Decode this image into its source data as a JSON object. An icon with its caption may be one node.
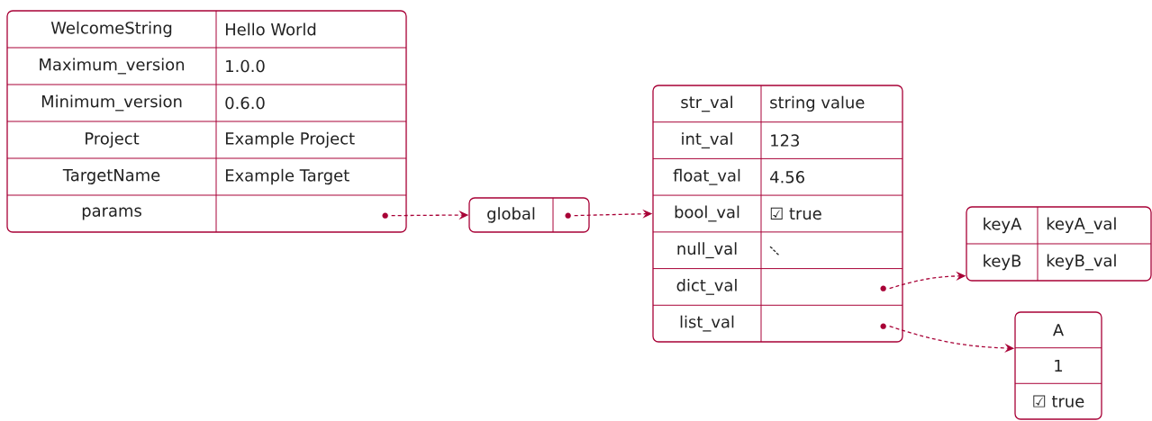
{
  "diagram": {
    "nodes": [
      {
        "text": [
          "WelcomeString",
          "Hello World",
          "Maximum_version",
          "1.0.0",
          "Minimum_version",
          "0.6.0",
          "Project",
          "Example Project",
          "TargetName",
          "Example Target",
          "params"
        ]
      },
      {
        "text": [
          "global"
        ]
      },
      {
        "text": [
          "str_val",
          "string value",
          "int_val",
          "123",
          "float_val",
          "4.56",
          "bool_val",
          "☑ true",
          "null_val",
          "dict_val",
          "list_val"
        ]
      },
      {
        "text": [
          "keyA",
          "keyA_val",
          "keyB",
          "keyB_val"
        ]
      },
      {
        "text": [
          "A",
          "1",
          "☑ true"
        ]
      }
    ],
    "edges": [
      {
        "from": 0,
        "to": 1,
        "arrow": "to",
        "style": "dashed"
      },
      {
        "from": 1,
        "to": 2,
        "arrow": "to",
        "style": "dashed"
      },
      {
        "from": 2,
        "to": 3,
        "arrow": "to",
        "style": "dashed"
      },
      {
        "from": 2,
        "to": 4,
        "arrow": "to",
        "style": "dashed"
      }
    ]
  }
}
